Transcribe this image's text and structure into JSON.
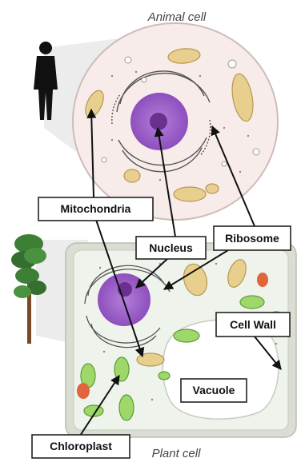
{
  "titles": {
    "animal": "Animal cell",
    "plant": "Plant cell"
  },
  "labels": {
    "mitochondria": "Mitochondria",
    "nucleus": "Nucleus",
    "ribosome": "Ribosome",
    "cell_wall": "Cell Wall",
    "vacuole": "Vacuole",
    "chloroplast": "Chloroplast"
  },
  "colors": {
    "animal_cytoplasm": "#f7ece9",
    "nucleus": "#9b59c6",
    "nucleolus": "#6a2f8f",
    "mitochondria": "#e8cf8e",
    "chloroplast": "#9fd86a",
    "cell_wall": "#d9ddd2",
    "plant_cytoplasm": "#eef3ec",
    "red_organelle": "#e2643a",
    "silhouette": "#111111",
    "tree_foliage": "#3c7f35",
    "tree_trunk": "#7a4a28"
  }
}
